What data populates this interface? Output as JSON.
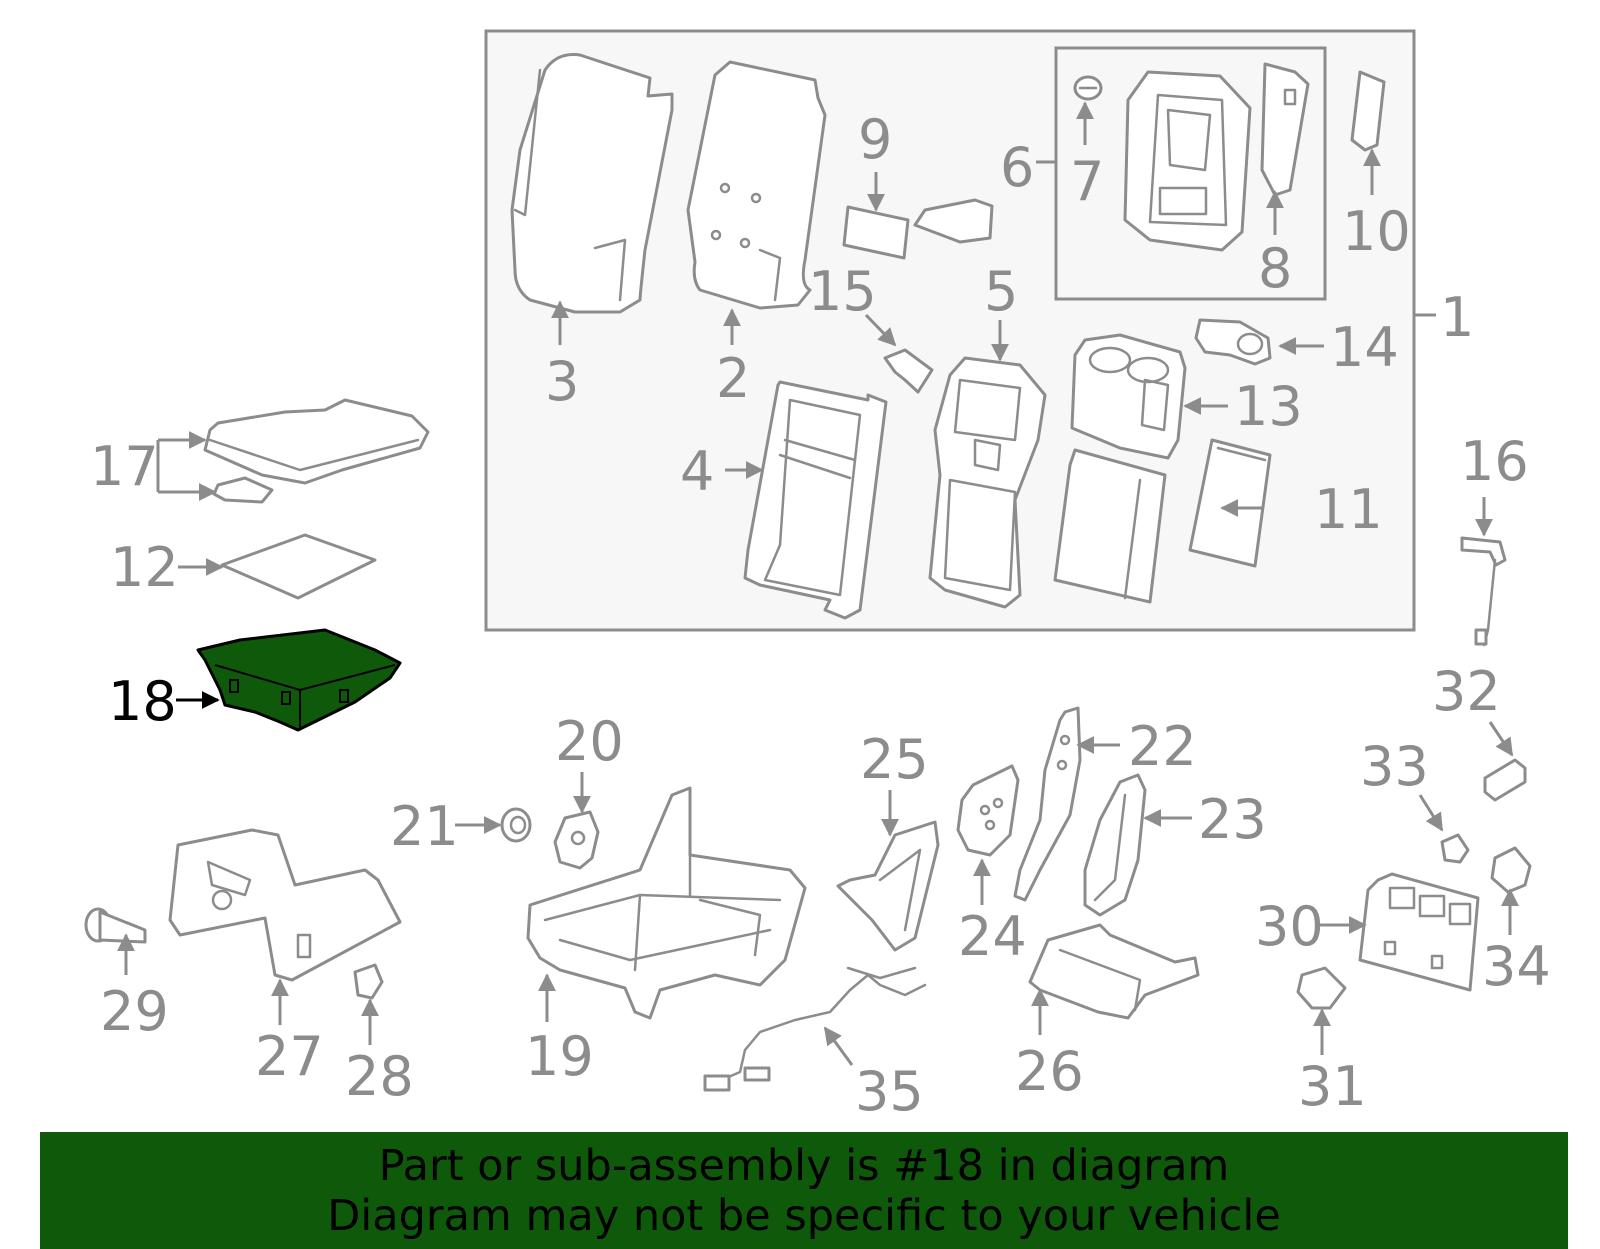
{
  "highlight_color": "#0f5a0a",
  "part_stroke_color": "#8c8c8c",
  "box_fill_color": "#f7f7f7",
  "highlighted_callout": "18",
  "callouts": {
    "c1": "1",
    "c2": "2",
    "c3": "3",
    "c4": "4",
    "c5": "5",
    "c6": "6",
    "c7": "7",
    "c8": "8",
    "c9": "9",
    "c10": "10",
    "c11": "11",
    "c12": "12",
    "c13": "13",
    "c14": "14",
    "c15": "15",
    "c16": "16",
    "c17": "17",
    "c18": "18",
    "c19": "19",
    "c20": "20",
    "c21": "21",
    "c22": "22",
    "c23": "23",
    "c24": "24",
    "c25": "25",
    "c26": "26",
    "c27": "27",
    "c28": "28",
    "c29": "29",
    "c30": "30",
    "c31": "31",
    "c32": "32",
    "c33": "33",
    "c34": "34",
    "c35": "35"
  },
  "banner": {
    "line1": "Part or sub-assembly is #18 in diagram",
    "line2": "Diagram may not be specific to your vehicle"
  }
}
